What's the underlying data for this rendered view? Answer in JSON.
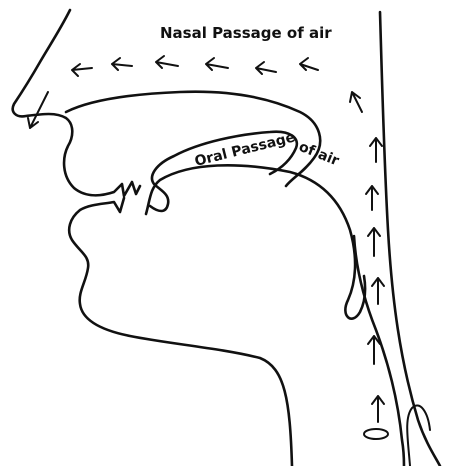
{
  "labels": {
    "nasal": "Nasal Passage of air",
    "oral_main": "Oral Passage",
    "oral_tail": "of air"
  },
  "colors": {
    "ink": "#111111",
    "background": "#ffffff"
  }
}
